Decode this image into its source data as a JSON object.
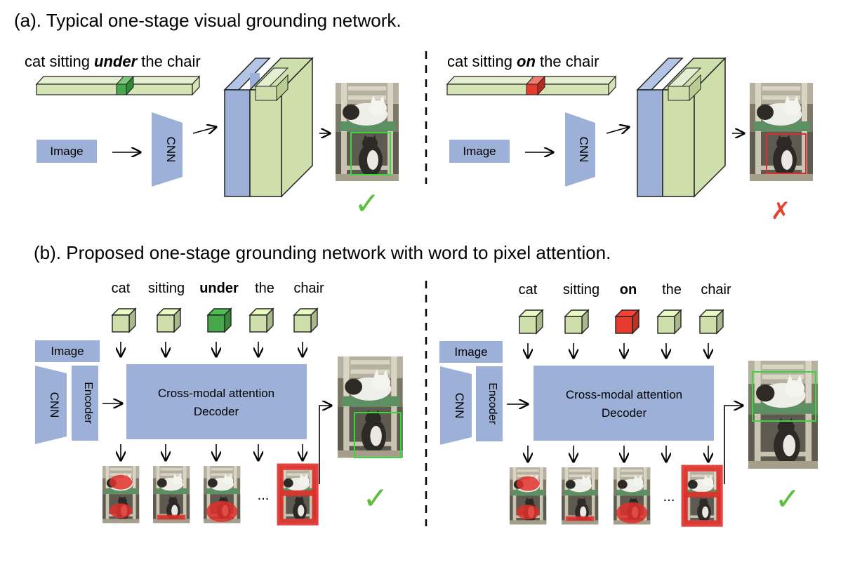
{
  "section_a": {
    "title": "(a). Typical one-stage visual grounding network.",
    "left": {
      "query_prefix": "cat sitting ",
      "query_keyword": "under",
      "query_suffix": " the chair",
      "image_label": "Image",
      "cnn_label": "CNN",
      "result_mark": "✓",
      "keyword_color": "#46a84a",
      "box_color": "#39d83a"
    },
    "right": {
      "query_prefix": "cat sitting ",
      "query_keyword": "on",
      "query_suffix": " the chair",
      "image_label": "Image",
      "cnn_label": "CNN",
      "result_mark": "✗",
      "keyword_color": "#e63b2e",
      "box_color": "#d83030"
    }
  },
  "section_b": {
    "title": "(b). Proposed one-stage grounding network with word to pixel attention.",
    "left": {
      "words": [
        "cat",
        "sitting",
        "under",
        "the",
        "chair"
      ],
      "highlight_index": 2,
      "highlight_color": "#46a84a",
      "image_label": "Image",
      "cnn_label": "CNN",
      "encoder_label": "Encoder",
      "decoder_line1": "Cross-modal attention",
      "decoder_line2": "Decoder",
      "ellipsis": "...",
      "result_mark": "✓"
    },
    "right": {
      "words": [
        "cat",
        "sitting",
        "on",
        "the",
        "chair"
      ],
      "highlight_index": 2,
      "highlight_color": "#e63b2e",
      "image_label": "Image",
      "cnn_label": "CNN",
      "encoder_label": "Encoder",
      "decoder_line1": "Cross-modal attention",
      "decoder_line2": "Decoder",
      "ellipsis": "...",
      "result_mark": "✓"
    }
  },
  "colors": {
    "feature_blue": "#9db0d8",
    "feature_green": "#d5e3b5",
    "check_green": "#5cbf3c",
    "cross_red": "#e0452f",
    "attention_red": "#e0302a"
  }
}
